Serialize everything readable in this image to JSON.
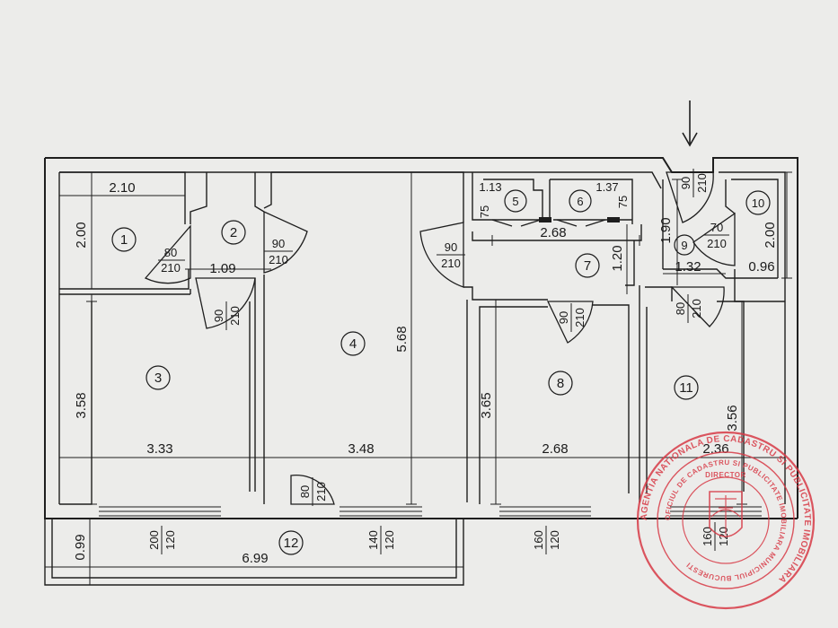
{
  "rooms": [
    "1",
    "2",
    "3",
    "4",
    "5",
    "6",
    "7",
    "8",
    "9",
    "10",
    "11",
    "12"
  ],
  "dimensions": {
    "r1_width": "2.10",
    "r1_height": "2.00",
    "r2_width": "1.09",
    "r3_height": "3.58",
    "r3_width": "3.33",
    "r4_height": "5.68",
    "r4_width": "3.48",
    "r5_width": "1.13",
    "r6_width": "1.37",
    "r7_width": "2.68",
    "r7_height": "1.20",
    "r8_height": "3.65",
    "r8_width": "2.68",
    "r9_height": "1.90",
    "r9_width": "1.32",
    "r10_height": "2.00",
    "r10_width": "0.96",
    "r11_height": "3.56",
    "r11_width": "2.36",
    "balcony_depth": "0.99",
    "balcony_width": "6.99"
  },
  "doors": {
    "d1": {
      "w": "80",
      "h": "210"
    },
    "d2": {
      "w": "90",
      "h": "210"
    },
    "d3": {
      "w": "90",
      "h": "210"
    },
    "d4": {
      "w": "90",
      "h": "210"
    },
    "d5": {
      "w": "90",
      "h": "210"
    },
    "d6": {
      "w": "90",
      "h": "210"
    },
    "d7": {
      "w": "70",
      "h": "210"
    },
    "d8": {
      "w": "80",
      "h": "210"
    },
    "d9": {
      "w": "80",
      "h": "210"
    },
    "d5_small": "75",
    "d6_small": "75"
  },
  "windows": {
    "w3": {
      "w": "200",
      "h": "120"
    },
    "w4": {
      "w": "140",
      "h": "120"
    },
    "w8": {
      "w": "160",
      "h": "120"
    },
    "w11": {
      "w": "160",
      "h": "120"
    }
  },
  "stamp": {
    "outer": "AGENTIA NATIONALA DE CADASTRU SI PUBLICITATE IMOBILIARA",
    "inner": "OFICIUL DE CADASTRU SI PUBLICITATE IMOBILIARA MUNICIPIUL BUCURESTI",
    "center": "DIRECTOR"
  },
  "colors": {
    "line": "#1e1e1e",
    "stamp": "#d83a46",
    "paper": "#ececea"
  }
}
